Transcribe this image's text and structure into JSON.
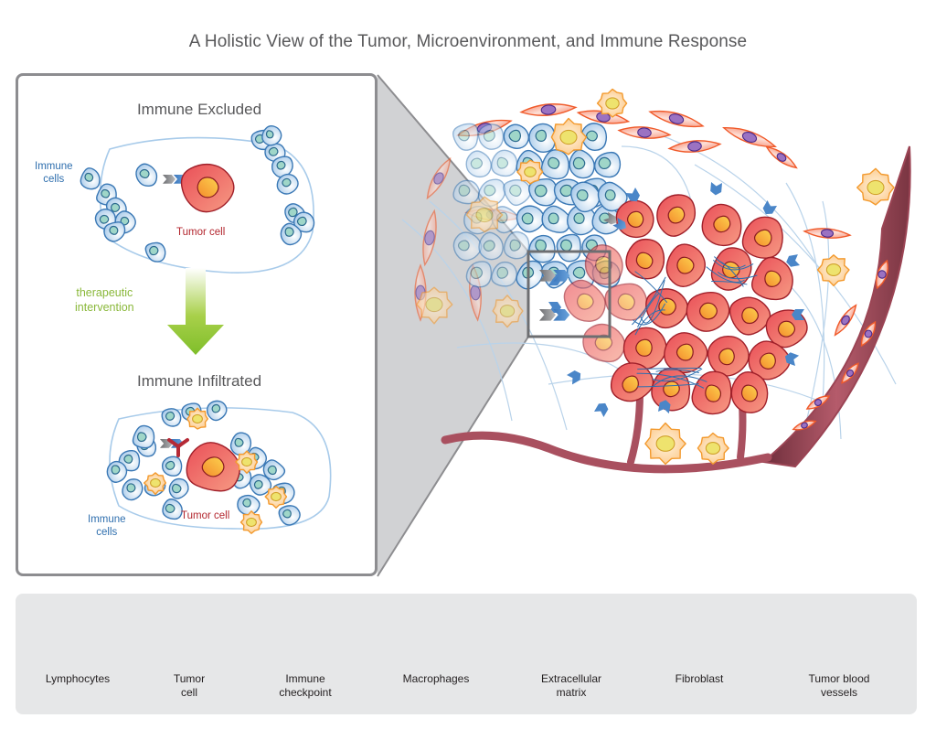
{
  "figure": {
    "title": "A Holistic View of the Tumor, Microenvironment, and Immune Response"
  },
  "panel": {
    "top_state": {
      "title": "Immune Excluded",
      "immune_cells_label": "Immune\ncells",
      "tumor_cell_label": "Tumor cell"
    },
    "transition": {
      "label_line1": "therapeutic",
      "label_line2": "intervention",
      "arrow_color": "#8dc63f"
    },
    "bottom_state": {
      "title": "Immune Infiltrated",
      "immune_cells_label": "Immune\ncells",
      "tumor_cell_label": "Tumor cell"
    }
  },
  "legend": {
    "items": [
      {
        "label": "Lymphocytes",
        "icon": "lymphocyte-icon",
        "color": "#5b9bd5"
      },
      {
        "label": "Tumor\ncell",
        "icon": "tumor-cell-icon",
        "color": "#e8505b"
      },
      {
        "label": "Immune\ncheckpoint",
        "icon": "immune-checkpoint-icon",
        "color": "#4a86c8"
      },
      {
        "label": "Macrophages",
        "icon": "macrophage-icon",
        "color": "#f7a440"
      },
      {
        "label": "Extracellular\nmatrix",
        "icon": "extracellular-matrix-icon",
        "color": "#2f6fae"
      },
      {
        "label": "Fibroblast",
        "icon": "fibroblast-icon",
        "color": "#f26b3a"
      },
      {
        "label": "Tumor blood\nvessels",
        "icon": "blood-vessel-icon",
        "color": "#a8505f"
      }
    ]
  },
  "colors": {
    "lymphocyte_fill": "#c6ddf2",
    "lymphocyte_stroke": "#3a78b5",
    "lymphocyte_nucleus": "#9fd6c8",
    "tumor_fill": "#ef6b6b",
    "tumor_stroke": "#a0202a",
    "tumor_nucleus": "#f9b13c",
    "macrophage_fill": "#fdd9a8",
    "macrophage_stroke": "#f39a2e",
    "macrophage_nucleus": "#eee36e",
    "fibroblast_fill": "#f9b3a6",
    "fibroblast_stroke": "#f05a2a",
    "fibroblast_nucleus": "#9b72c2",
    "vessel": "#a9505f",
    "checkpoint_gray": "#8a8a8c",
    "checkpoint_blue": "#4a86c8",
    "antibody": "#b52a36",
    "matrix": "#b9d3ea",
    "frame": "#8d8d90"
  }
}
